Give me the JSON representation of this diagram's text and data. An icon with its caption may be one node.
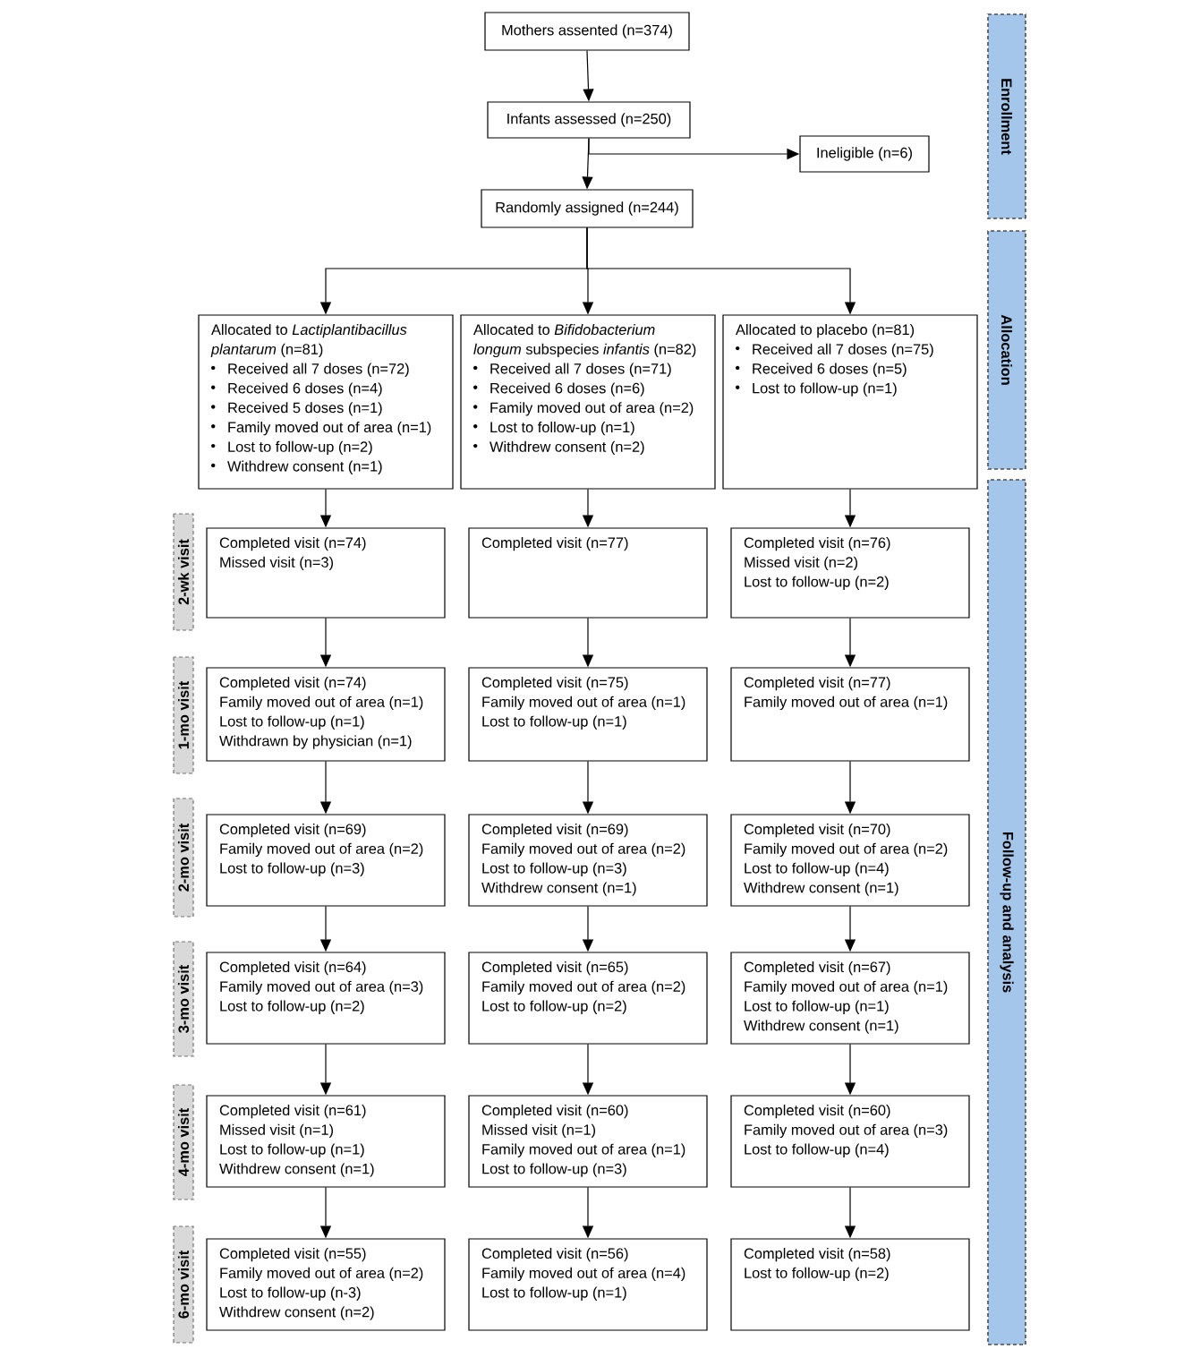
{
  "diagram": {
    "nodes": [
      {
        "text": [
          "Mothers assented (n=374)"
        ]
      },
      {
        "text": [
          "Infants assessed (n=250)"
        ]
      },
      {
        "text": [
          "Ineligible (n=6)"
        ]
      },
      {
        "text": [
          "Randomly assigned (n=244)"
        ]
      },
      {
        "text": [
          "Allocated to *Lactiplantibacillus plantarum* (n=81)",
          "Received all 7 doses (n=72)",
          "Received 6 doses (n=4)",
          "Received 5 doses (n=1)",
          "Family moved out of area (n=1)",
          "Lost to follow-up (n=2)",
          "Withdrew consent (n=1)"
        ]
      },
      {
        "text": [
          "Allocated to *Bifidobacterium longum* subspecies *infantis* (n=82)",
          "Received all 7 doses (n=71)",
          "Received 6 doses (n=6)",
          "Family moved out of area (n=2)",
          "Lost to follow-up (n=1)",
          "Withdrew consent (n=2)"
        ]
      },
      {
        "text": [
          "Allocated to placebo (n=81)",
          "Received all 7 doses (n=75)",
          "Received 6 doses (n=5)",
          "Lost to follow-up (n=1)"
        ]
      },
      {
        "text": [
          "Completed visit (n=74)",
          "Missed visit (n=3)"
        ]
      },
      {
        "text": [
          "Completed visit (n=77)"
        ]
      },
      {
        "text": [
          "Completed visit (n=76)",
          "Missed visit (n=2)",
          "Lost to follow-up (n=2)"
        ]
      },
      {
        "text": [
          "Completed visit (n=74)",
          "Family moved out of area (n=1)",
          "Lost to follow-up (n=1)",
          "Withdrawn by physician (n=1)"
        ]
      },
      {
        "text": [
          "Completed visit (n=75)",
          "Family moved out of area (n=1)",
          "Lost to follow-up (n=1)"
        ]
      },
      {
        "text": [
          "Completed visit (n=77)",
          "Family moved out of area (n=1)"
        ]
      },
      {
        "text": [
          "Completed visit (n=69)",
          "Family moved out of area (n=2)",
          "Lost to follow-up (n=3)"
        ]
      },
      {
        "text": [
          "Completed visit (n=69)",
          "Family moved out of area (n=2)",
          "Lost to follow-up (n=3)",
          "Withdrew consent (n=1)"
        ]
      },
      {
        "text": [
          "Completed visit (n=70)",
          "Family moved out of area (n=2)",
          "Lost to follow-up (n=4)",
          "Withdrew consent (n=1)"
        ]
      },
      {
        "text": [
          "Completed visit (n=64)",
          "Family moved out of area (n=3)",
          "Lost to follow-up (n=2)"
        ]
      },
      {
        "text": [
          "Completed visit (n=65)",
          "Family moved out of area (n=2)",
          "Lost to follow-up (n=2)"
        ]
      },
      {
        "text": [
          "Completed visit (n=67)",
          "Family moved out of area (n=1)",
          "Lost to follow-up (n=1)",
          "Withdrew consent (n=1)"
        ]
      },
      {
        "text": [
          "Completed visit (n=61)",
          "Missed visit (n=1)",
          "Lost to follow-up (n=1)",
          "Withdrew consent (n=1)"
        ]
      },
      {
        "text": [
          "Completed visit (n=60)",
          "Missed visit (n=1)",
          "Family moved out of area (n=1)",
          "Lost to follow-up (n=3)"
        ]
      },
      {
        "text": [
          "Completed visit (n=60)",
          "Family moved out of area (n=3)",
          "Lost to follow-up (n=4)"
        ]
      },
      {
        "text": [
          "Completed visit (n=55)",
          "Family moved out of area (n=2)",
          "Lost to follow-up (n-3)",
          "Withdrew consent (n=2)"
        ]
      },
      {
        "text": [
          "Completed visit (n=56)",
          "Family moved out of area (n=4)",
          "Lost to follow-up (n=1)"
        ]
      },
      {
        "text": [
          "Completed visit (n=58)",
          "Lost to follow-up (n=2)"
        ]
      },
      {
        "text": [
          "Enrollment"
        ]
      },
      {
        "text": [
          "Allocation"
        ]
      },
      {
        "text": [
          "Follow-up and analysis"
        ]
      },
      {
        "text": [
          "2-wk visit"
        ]
      },
      {
        "text": [
          "1-mo visit"
        ]
      },
      {
        "text": [
          "2-mo visit"
        ]
      },
      {
        "text": [
          "3-mo visit"
        ]
      },
      {
        "text": [
          "4-mo visit"
        ]
      },
      {
        "text": [
          "6-mo visit"
        ]
      }
    ],
    "edges": [
      {
        "from": 0,
        "to": 1,
        "arrow": "to"
      },
      {
        "from": 1,
        "to": 3,
        "arrow": "to"
      },
      {
        "from": 1,
        "to": 2,
        "arrow": "to"
      },
      {
        "from": 3,
        "to": 4,
        "arrow": "to"
      },
      {
        "from": 3,
        "to": 5,
        "arrow": "to"
      },
      {
        "from": 3,
        "to": 6,
        "arrow": "to"
      },
      {
        "from": 4,
        "to": 7,
        "arrow": "to"
      },
      {
        "from": 5,
        "to": 8,
        "arrow": "to"
      },
      {
        "from": 6,
        "to": 9,
        "arrow": "to"
      },
      {
        "from": 7,
        "to": 10,
        "arrow": "to"
      },
      {
        "from": 8,
        "to": 11,
        "arrow": "to"
      },
      {
        "from": 9,
        "to": 12,
        "arrow": "to"
      },
      {
        "from": 10,
        "to": 13,
        "arrow": "to"
      },
      {
        "from": 11,
        "to": 14,
        "arrow": "to"
      },
      {
        "from": 12,
        "to": 15,
        "arrow": "to"
      },
      {
        "from": 13,
        "to": 16,
        "arrow": "to"
      },
      {
        "from": 14,
        "to": 17,
        "arrow": "to"
      },
      {
        "from": 15,
        "to": 18,
        "arrow": "to"
      },
      {
        "from": 16,
        "to": 19,
        "arrow": "to"
      },
      {
        "from": 17,
        "to": 20,
        "arrow": "to"
      },
      {
        "from": 18,
        "to": 21,
        "arrow": "to"
      },
      {
        "from": 19,
        "to": 22,
        "arrow": "to"
      },
      {
        "from": 20,
        "to": 23,
        "arrow": "to"
      },
      {
        "from": 21,
        "to": 24,
        "arrow": "to"
      }
    ]
  }
}
